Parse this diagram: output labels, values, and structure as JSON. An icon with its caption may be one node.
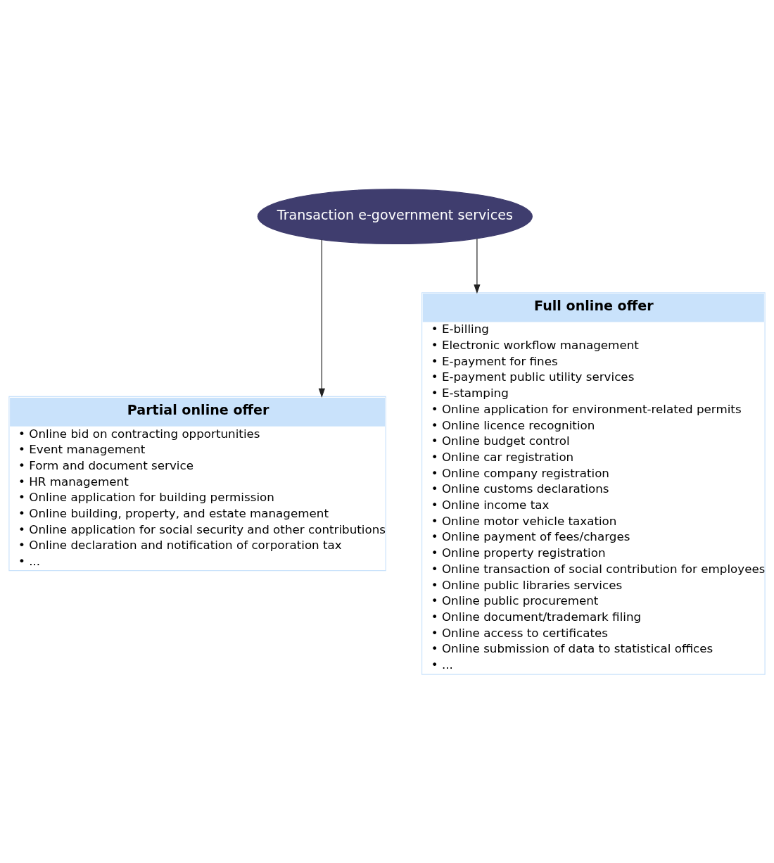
{
  "diagram": {
    "nodes": [
      {
        "text": [
          "Transaction e-government services"
        ]
      },
      {
        "text": [
          "Partial online offer",
          "• Online bid on contracting opportunities",
          "• Event management",
          "• Form and document service",
          "• HR management",
          "• Online application for building permission",
          "• Online building, property, and estate management",
          "• Online application for social security and other contributions",
          "• Online declaration and notification of corporation tax",
          "• ..."
        ]
      },
      {
        "text": [
          "Full online offer",
          "• E-billing",
          "• Electronic workflow management",
          "• E-payment for fines",
          "• E-payment public utility services",
          "• E-stamping",
          "• Online application for environment-related permits",
          "• Online licence recognition",
          "• Online budget control",
          "• Online car registration",
          "• Online company registration",
          "• Online customs declarations",
          "• Online income tax",
          "• Online motor vehicle taxation",
          "• Online payment of fees/charges",
          "• Online property registration",
          "• Online transaction of social contribution for employees",
          "• Online public libraries services",
          "• Online public procurement",
          "• Online document/trademark filing",
          "• Online access to certificates",
          "• Online submission of data to statistical offices",
          "• ..."
        ]
      }
    ],
    "edges": [
      {
        "from": 0,
        "to": 1,
        "arrow": "to"
      },
      {
        "from": 0,
        "to": 2,
        "arrow": "to"
      }
    ]
  }
}
